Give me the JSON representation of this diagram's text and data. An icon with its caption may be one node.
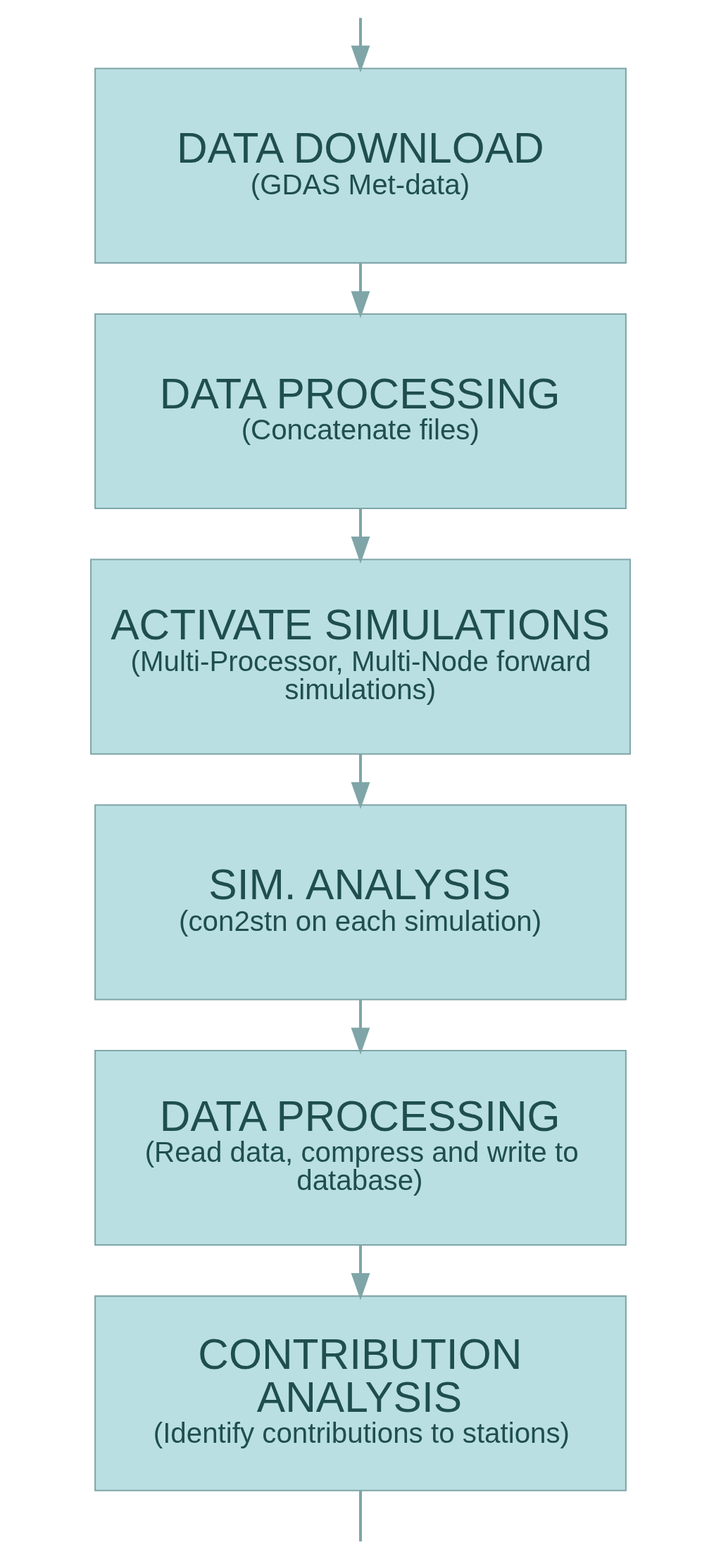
{
  "diagram": {
    "nodes": [
      {
        "text": [
          "DATA DOWNLOAD",
          "(GDAS Met-data)"
        ]
      },
      {
        "text": [
          "DATA PROCESSING",
          "(Concatenate files)"
        ]
      },
      {
        "text": [
          "ACTIVATE SIMULATIONS",
          "(Multi-Processor, Multi-Node forward simulations)"
        ]
      },
      {
        "text": [
          "SIM. ANALYSIS",
          "(con2stn on each simulation)"
        ]
      },
      {
        "text": [
          "DATA PROCESSING",
          "(Read data, compress and write to database)"
        ]
      },
      {
        "text": [
          "CONTRIBUTION ANALYSIS",
          "(Identify contributions to stations)"
        ]
      }
    ],
    "edges": [
      {
        "from": null,
        "to": 0,
        "arrow": "to"
      },
      {
        "from": 0,
        "to": 1,
        "arrow": "to"
      },
      {
        "from": 1,
        "to": 2,
        "arrow": "to"
      },
      {
        "from": 2,
        "to": 3,
        "arrow": "to"
      },
      {
        "from": 3,
        "to": 4,
        "arrow": "to"
      },
      {
        "from": 4,
        "to": 5,
        "arrow": "to"
      },
      {
        "from": 5,
        "to": null,
        "arrow": "none"
      }
    ]
  }
}
